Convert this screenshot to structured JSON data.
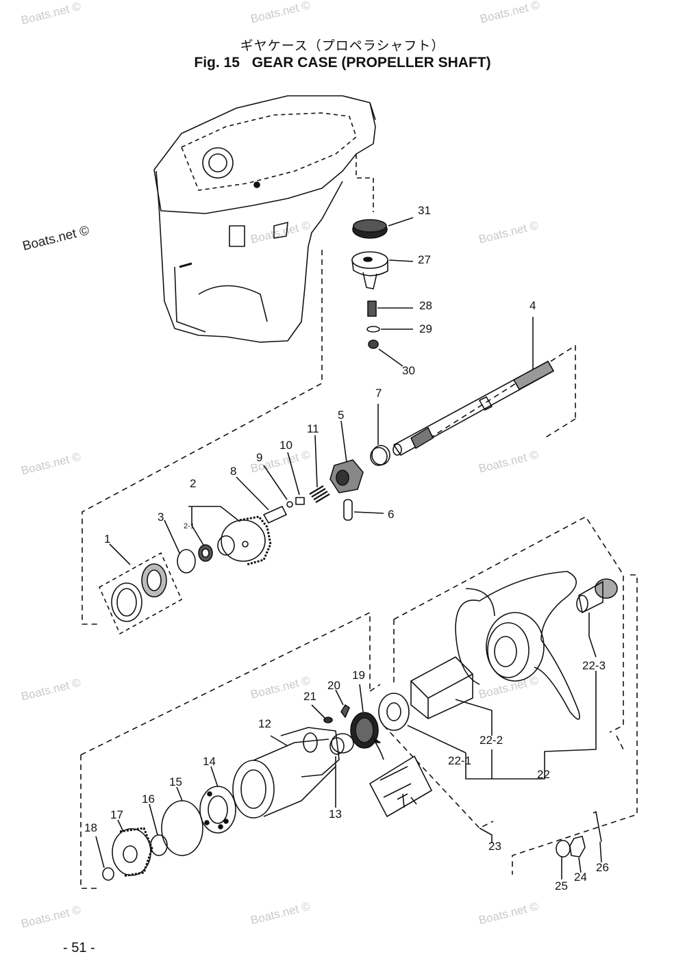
{
  "header": {
    "title_jp": "ギヤケース（プロペラシャフト）",
    "fig_label": "Fig. 15",
    "title_en": "GEAR CASE (PROPELLER SHAFT)"
  },
  "watermark": "Boats.net ©",
  "page_number": "- 51 -",
  "callouts": [
    "1",
    "2",
    "2-1",
    "3",
    "4",
    "5",
    "6",
    "7",
    "8",
    "9",
    "10",
    "11",
    "12",
    "13",
    "14",
    "15",
    "16",
    "17",
    "18",
    "19",
    "20",
    "21",
    "22",
    "22-1",
    "22-2",
    "22-3",
    "23",
    "24",
    "25",
    "26",
    "27",
    "28",
    "29",
    "30",
    "31"
  ]
}
